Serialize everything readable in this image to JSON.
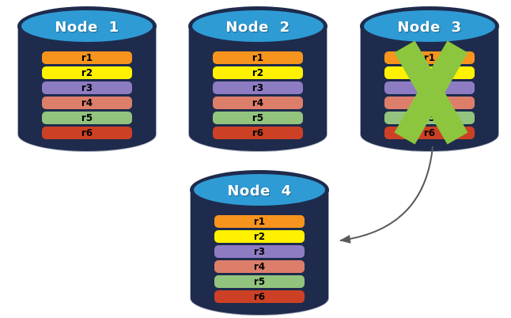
{
  "nodes": [
    {
      "id": "node-1",
      "label": "Node 1",
      "failed": false,
      "rows": [
        "r1",
        "r2",
        "r3",
        "r4",
        "r5",
        "r6"
      ]
    },
    {
      "id": "node-2",
      "label": "Node 2",
      "failed": false,
      "rows": [
        "r1",
        "r2",
        "r3",
        "r4",
        "r5",
        "r6"
      ]
    },
    {
      "id": "node-3",
      "label": "Node 3",
      "failed": true,
      "rows": [
        "r1",
        "r2",
        "r3",
        "r4",
        "r5",
        "r6"
      ]
    },
    {
      "id": "node-4",
      "label": "Node 4",
      "failed": false,
      "rows": [
        "r1",
        "r2",
        "r3",
        "r4",
        "r5",
        "r6"
      ]
    }
  ],
  "row_colors": {
    "r1": "#F7941D",
    "r2": "#FFF100",
    "r3": "#8E7CC3",
    "r4": "#DD7E6B",
    "r5": "#93C47D",
    "r6": "#CC4125"
  },
  "colors": {
    "cylinder_body": "#1E2B4D",
    "cylinder_top": "#2E9BD5",
    "node_label_text": "#FFFFFF",
    "row_label_text": "#000000",
    "failure_x": "#8CC63E",
    "arrow": "#58595B"
  },
  "icons": {
    "failure_x_icon": "green-x-cross",
    "arrow_icon": "curved-arrow-to-node-4"
  }
}
